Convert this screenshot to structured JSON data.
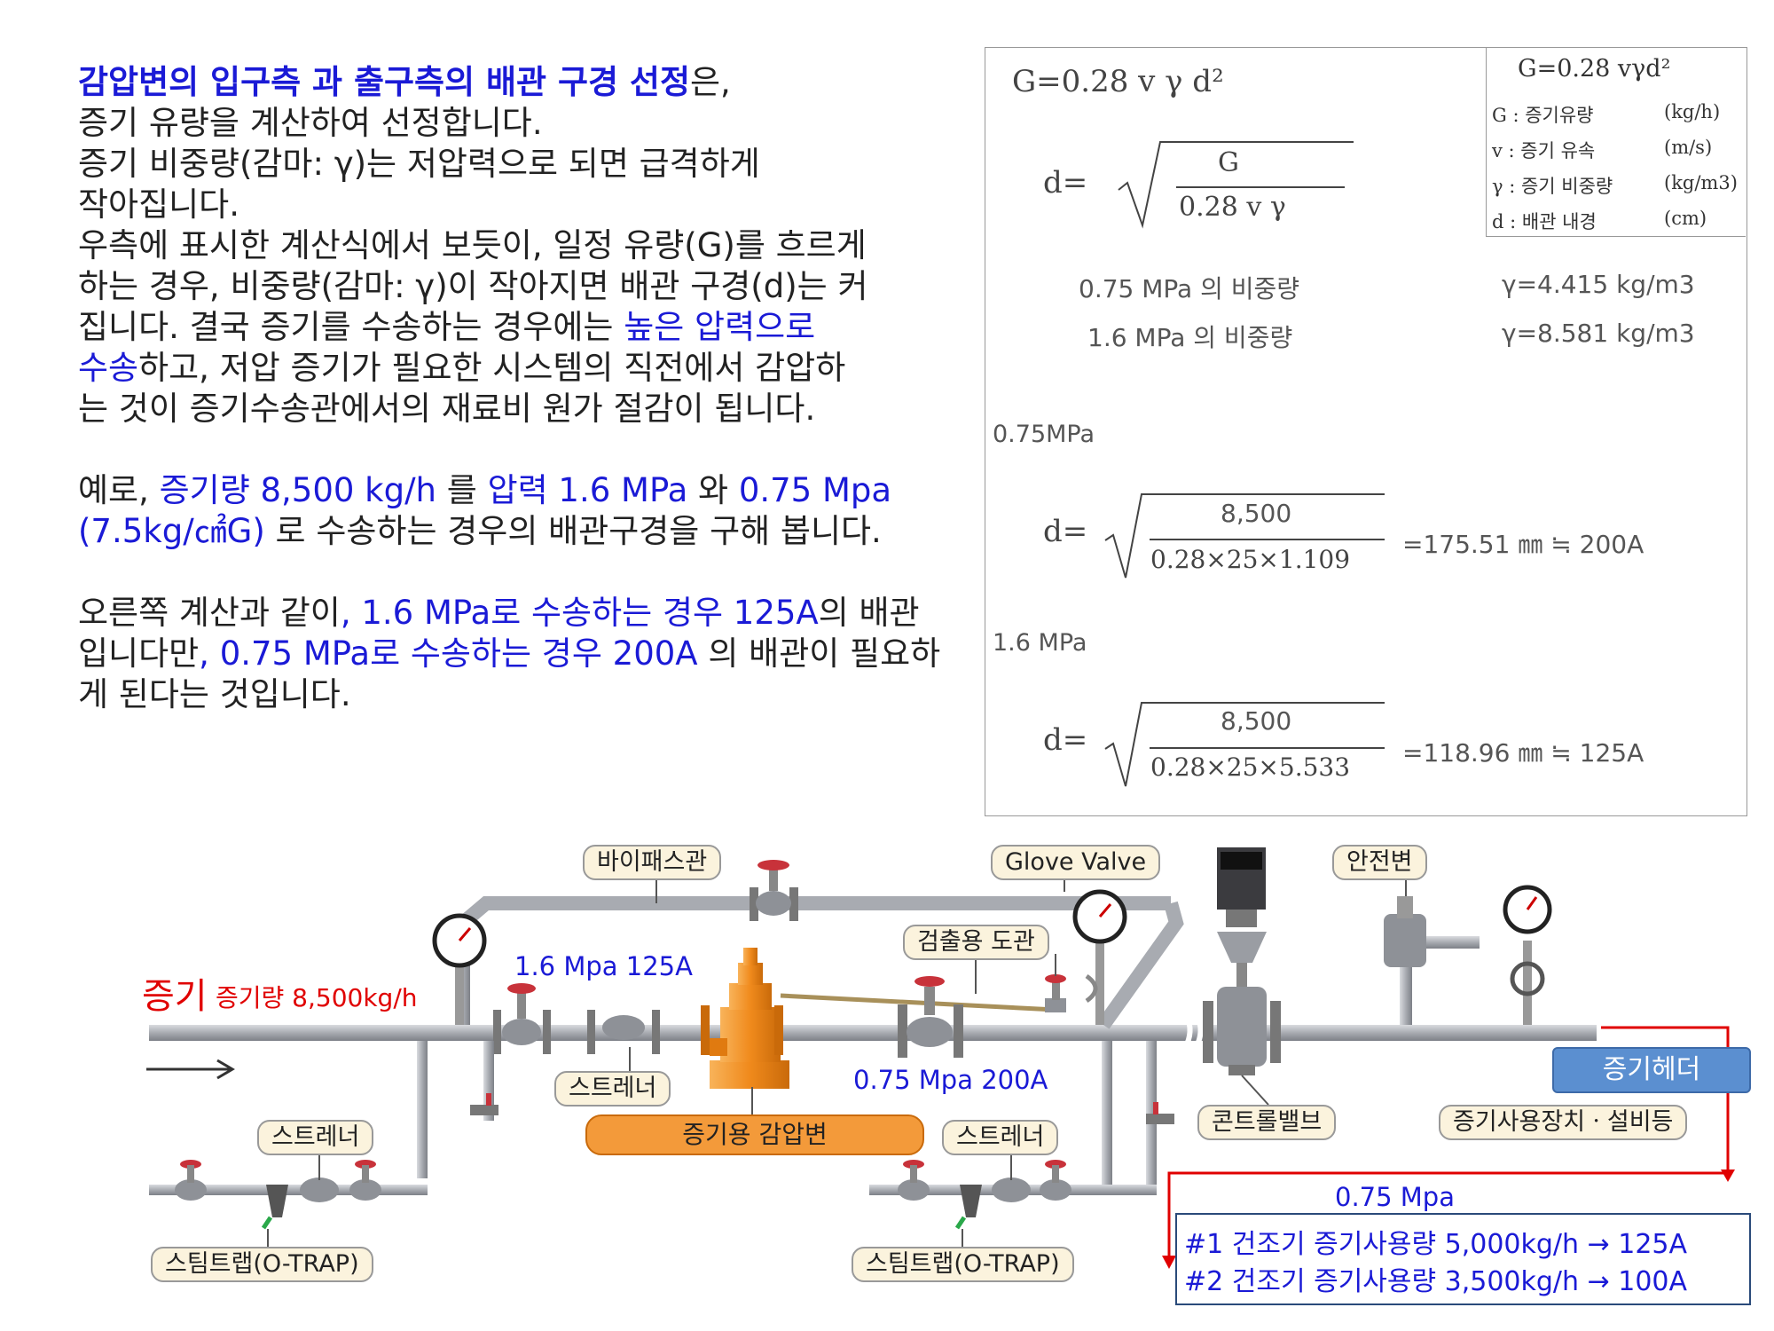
{
  "text": {
    "line1_blue": "감압변의 입구측 과 출구측의 배관 구경 선정",
    "line1_rest": "은,",
    "line2": "증기 유량을 계산하여 선정합니다.",
    "line3": "증기 비중량(감마: γ)는 저압력으로 되면 급격하게",
    "line4": "작아집니다.",
    "line5": "우측에 표시한 계산식에서 보듯이, 일정 유량(G)를 흐르게",
    "line6": "하는 경우, 비중량(감마: γ)이 작아지면 배관 구경(d)는 커",
    "line7_a": "집니다.  결국 증기를 수송하는 경우에는 ",
    "line7_blue": "높은 압력으로",
    "line8_blue": "수송",
    "line8_rest": "하고, 저압 증기가 필요한 시스템의 직전에서 감압하",
    "line9": "는 것이 증기수송관에서의 재료비 원가 절감이 됩니다.",
    "ex1_a": "예로, ",
    "ex1_b": "증기량 8,500 kg/h",
    "ex1_c": " 를 ",
    "ex1_d": "압력 1.6 MPa",
    "ex1_e": " 와 ",
    "ex1_f": "0.75 Mpa",
    "ex2_a": "(7.5kg/㎠G)",
    "ex2_b": " 로 수송하는 경우의 배관구경을 구해 봅니다.",
    "c1_a": "오른쪽 계산과 같이",
    "c1_b": ", 1.6 MPa로 수송하는 경우 125A",
    "c1_c": "의 배관",
    "c2_a": "입니다만",
    "c2_b": ", 0.75 MPa로 수송하는 경우 200A",
    "c2_c": " 의 배관이 필요하",
    "c3": "게 된다는 것입니다."
  },
  "formula": {
    "g_formula": "G=0.28 v γ d²",
    "d_label": "d=",
    "num_G": "G",
    "den_1": "0.28 v γ",
    "gamma_075_label": "0.75 MPa 의 비중량",
    "gamma_075_value": "γ=4.415 kg/m3",
    "gamma_16_label": "1.6 MPa 의 비중량",
    "gamma_16_value": "γ=8.581 kg/m3",
    "sec1_title": "0.75MPa",
    "sec1_num": "8,500",
    "sec1_den": "0.28×25×1.109",
    "sec1_result": "=175.51 ㎜ ≒ 200A",
    "sec2_title": "1.6 MPa",
    "sec2_num": "8,500",
    "sec2_den": "0.28×25×5.533",
    "sec2_result": "=118.96 ㎜ ≒ 125A",
    "legend_title": "G=0.28 vγd²",
    "legend": [
      {
        "sym": "G : 증기유량",
        "unit": "(kg/h)"
      },
      {
        "sym": "v : 증기 유속",
        "unit": "(m/s)"
      },
      {
        "sym": "γ : 증기 비중량",
        "unit": "(kg/m3)"
      },
      {
        "sym": "d : 배관 내경",
        "unit": "(cm)"
      }
    ]
  },
  "diagram": {
    "bypass": "바이패스관",
    "glove_valve": "Glove Valve",
    "safety_valve": "안전변",
    "sensing_line": "검출용 도관",
    "steam_big": "증기",
    "steam_flow": "증기량 8,500kg/h",
    "inlet_spec": "1.6 Mpa   125A",
    "outlet_spec": "0.75 Mpa   200A",
    "strainer": "스트레너",
    "prv": "증기용 감압변",
    "control_valve": "콘트롤밸브",
    "steam_header": "증기헤더",
    "user_equipment": "증기사용장치ㆍ설비등",
    "steam_trap": "스팀트랩(O-TRAP)",
    "steam_trap_2": "스팀트랩(O-TRAP)",
    "header_pressure": "0.75 Mpa",
    "dryer1": "#1 건조기 증기사용량 5,000kg/h → 125A",
    "dryer2": "#2 건조기 증기사용량 3,500kg/h → 100A"
  },
  "colors": {
    "blue_text": "#1a1ad6",
    "red_line": "#e00000",
    "prv_orange": "#f08a1c",
    "header_blue": "#5b8fd0",
    "pipe_gray": "#b5b8bd"
  }
}
